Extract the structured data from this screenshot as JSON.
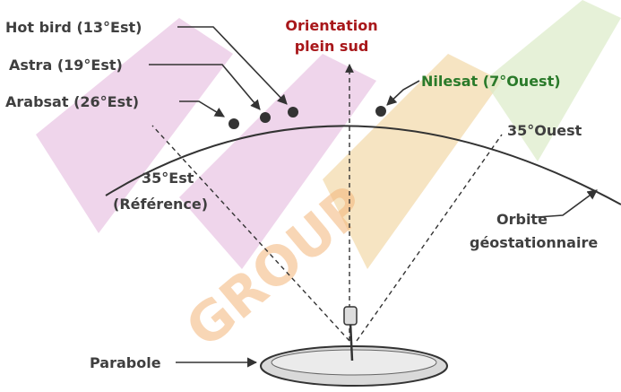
{
  "labels": {
    "hotbird": "Hot bird (13°Est)",
    "astra": "Astra (19°Est)",
    "arabsat": "Arabsat (26°Est)",
    "nilesat": "Nilesat (7°Ouest)",
    "orientation_l1": "Orientation",
    "orientation_l2": "plein sud",
    "est35_l1": "35°Est",
    "est35_l2": "(Référence)",
    "ouest35": "35°Ouest",
    "orbite_l1": "Orbite",
    "orbite_l2": "géostationnaire",
    "parabole": "Parabole"
  },
  "watermark": {
    "text": "GROUP"
  },
  "colors": {
    "text": "#3f3f3f",
    "nilesat": "#2a7a2a",
    "orientation": "#a8171a",
    "watermark_pink": "#e8c3e3",
    "watermark_orange": "#f2d9a8",
    "watermark_green": "#dcebc8"
  }
}
